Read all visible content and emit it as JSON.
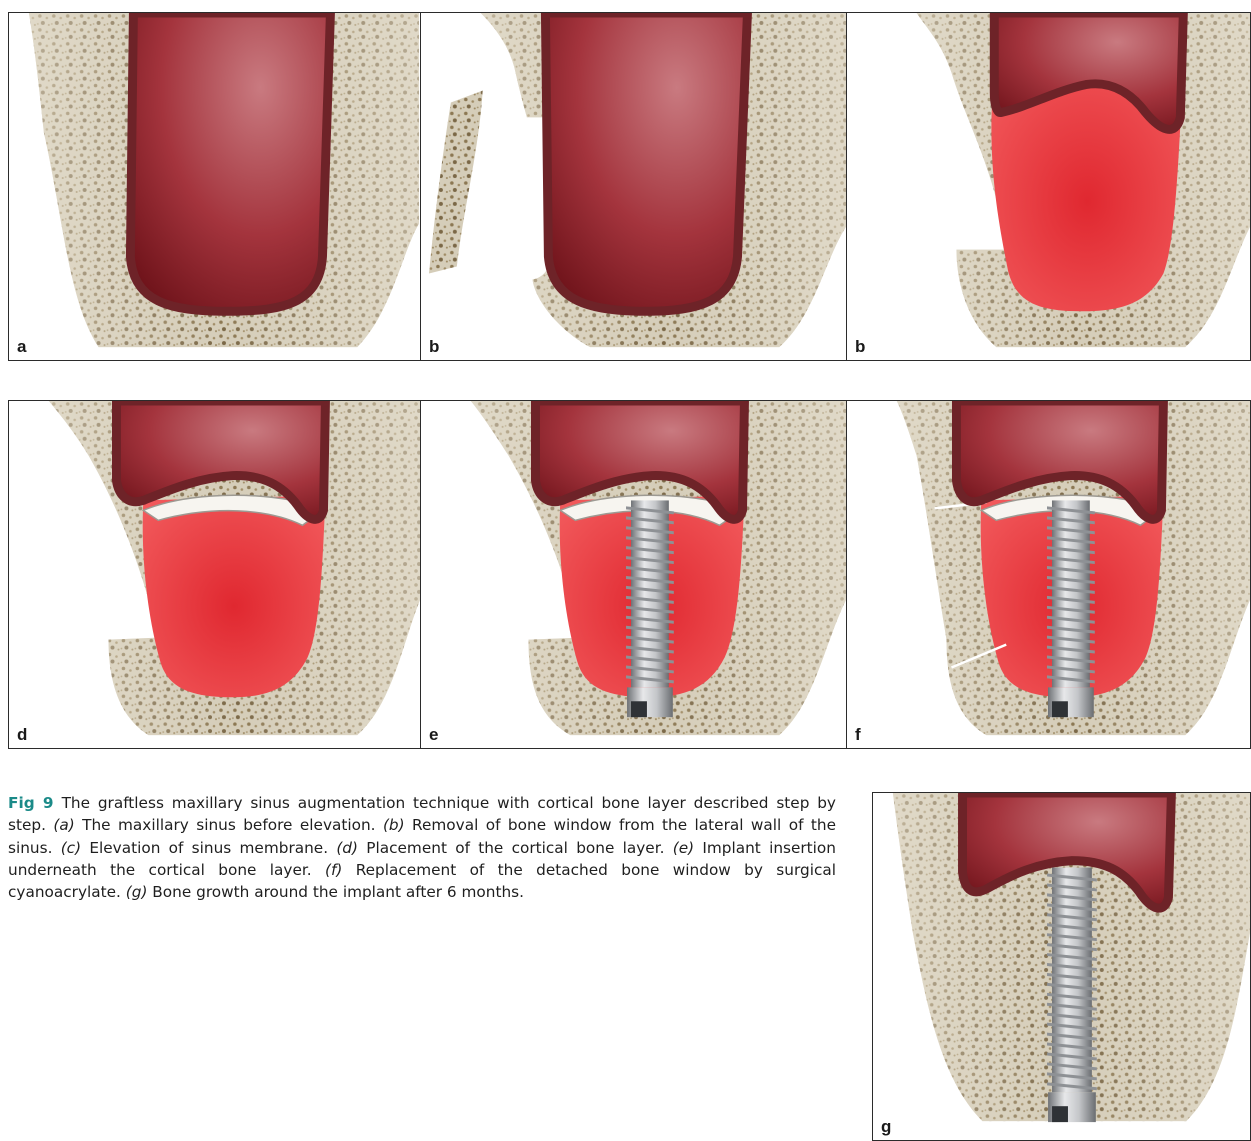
{
  "panels": [
    {
      "id": "a",
      "label": "a",
      "stage": "before-elevation"
    },
    {
      "id": "b1",
      "label": "b",
      "stage": "window-removed"
    },
    {
      "id": "b2",
      "label": "b",
      "stage": "membrane-elevated"
    },
    {
      "id": "d",
      "label": "d",
      "stage": "cortical-layer"
    },
    {
      "id": "e",
      "label": "e",
      "stage": "implant-inserted"
    },
    {
      "id": "f",
      "label": "f",
      "stage": "window-replaced"
    },
    {
      "id": "g",
      "label": "g",
      "stage": "bone-growth"
    }
  ],
  "caption": {
    "fig_label": "Fig 9",
    "intro": "The graftless maxillary sinus augmentation technique with cortical bone layer described step by step.",
    "steps": [
      {
        "tag": "(a)",
        "text": "The maxillary sinus before elevation."
      },
      {
        "tag": "(b)",
        "text": "Removal of bone window from the lateral wall of the sinus."
      },
      {
        "tag": "(c)",
        "text": "Elevation of sinus membrane."
      },
      {
        "tag": "(d)",
        "text": "Placement of the cortical bone layer."
      },
      {
        "tag": "(e)",
        "text": "Implant insertion underneath the cortical bone layer."
      },
      {
        "tag": "(f)",
        "text": "Replacement of the detached bone window by surgical cyanoacrylate."
      },
      {
        "tag": "(g)",
        "text": "Bone growth around the implant after 6 months."
      }
    ]
  },
  "colors": {
    "bone": "#cfc7b3",
    "bone_dark": "#8d7a58",
    "sinus_membrane": "#6e2328",
    "sinus_fill": "#b5434c",
    "elevated_space": "#e43a40",
    "implant": "#b9bbbd",
    "caption_accent": "#1b8a88"
  }
}
